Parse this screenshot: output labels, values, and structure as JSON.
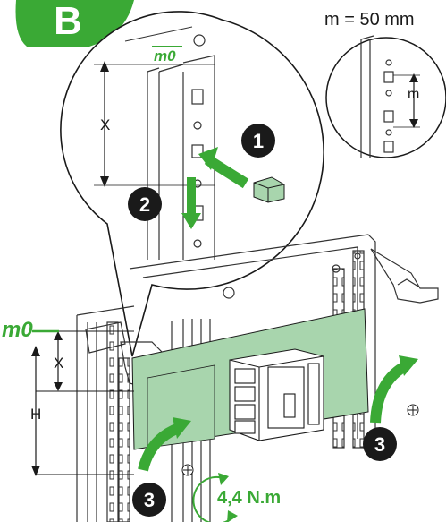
{
  "section_badge": "B",
  "spacing_note": "m = 50 mm",
  "detail_m_label": "m",
  "mark_m0_detail": "m0",
  "mark_m0_main": "m0",
  "dim_x_detail": "X",
  "dim_x_main": "X",
  "dim_h_main": "H",
  "steps": [
    "1",
    "2",
    "3",
    "3"
  ],
  "torque": "4,4 N.m",
  "colors": {
    "accent_green": "#3aa935",
    "plate_green": "#a8d5ad",
    "step_badge": "#1a1a1a",
    "line": "#1a1a1a"
  }
}
